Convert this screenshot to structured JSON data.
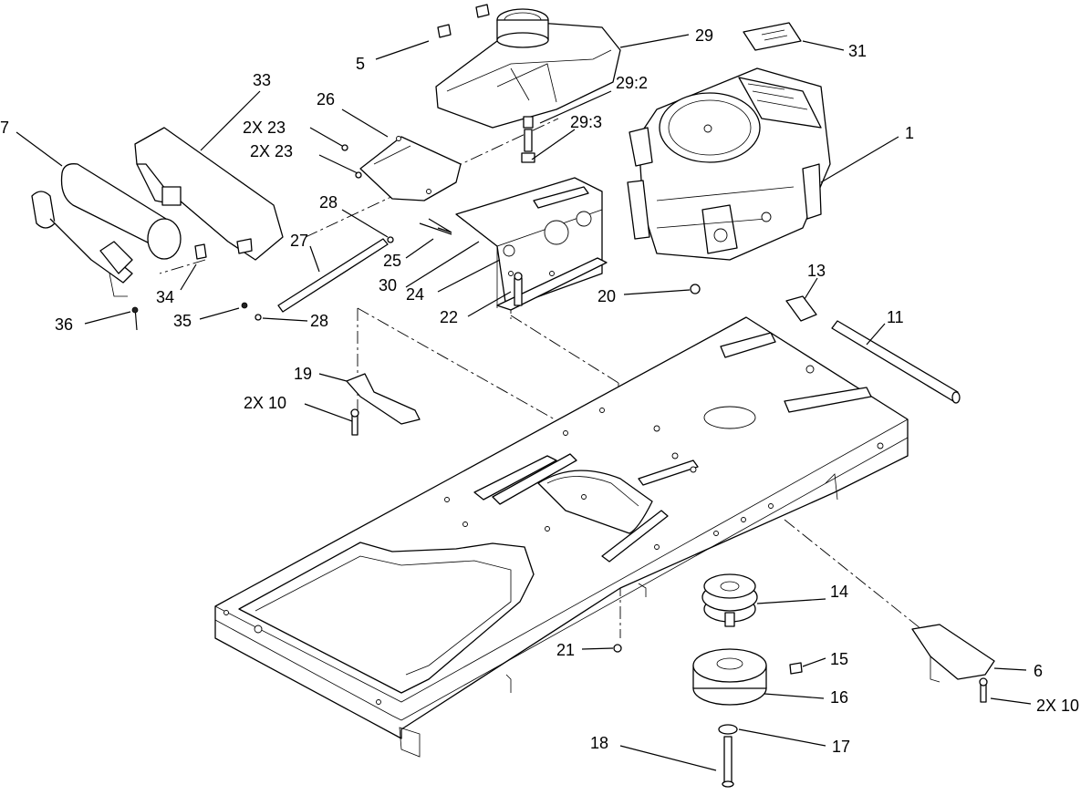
{
  "diagram": {
    "callouts": [
      {
        "id": "c1",
        "text": "1",
        "ref": "engine"
      },
      {
        "id": "c5",
        "text": "5",
        "ref": "fuel-tank-foam-pad"
      },
      {
        "id": "c29",
        "text": "29",
        "ref": "fuel-tank"
      },
      {
        "id": "c31",
        "text": "31",
        "ref": "decal"
      },
      {
        "id": "c29_2",
        "text": "29:2",
        "ref": "tank-grommet"
      },
      {
        "id": "c29_3",
        "text": "29:3",
        "ref": "fuel-fitting"
      },
      {
        "id": "c33",
        "text": "33",
        "ref": "muffler-guard"
      },
      {
        "id": "c7",
        "text": "7",
        "ref": "muffler"
      },
      {
        "id": "c26",
        "text": "26",
        "ref": "tank-bracket"
      },
      {
        "id": "c23a",
        "text": "2X 23",
        "ref": "screw"
      },
      {
        "id": "c23b",
        "text": "2X 23",
        "ref": "screw"
      },
      {
        "id": "c28a",
        "text": "28",
        "ref": "nut"
      },
      {
        "id": "c27",
        "text": "27",
        "ref": "rod"
      },
      {
        "id": "c25",
        "text": "25",
        "ref": "clip"
      },
      {
        "id": "c30",
        "text": "30",
        "ref": "fuel-line"
      },
      {
        "id": "c24",
        "text": "24",
        "ref": "engine-mount-plate"
      },
      {
        "id": "c34",
        "text": "34",
        "ref": "isolator"
      },
      {
        "id": "c36",
        "text": "36",
        "ref": "screw"
      },
      {
        "id": "c35",
        "text": "35",
        "ref": "nut"
      },
      {
        "id": "c28b",
        "text": "28",
        "ref": "nut"
      },
      {
        "id": "c22",
        "text": "22",
        "ref": "bolt"
      },
      {
        "id": "c20",
        "text": "20",
        "ref": "nut"
      },
      {
        "id": "c13",
        "text": "13",
        "ref": "fitting"
      },
      {
        "id": "c11",
        "text": "11",
        "ref": "hose"
      },
      {
        "id": "c19",
        "text": "19",
        "ref": "bracket"
      },
      {
        "id": "c10a",
        "text": "2X 10",
        "ref": "bolt"
      },
      {
        "id": "c14",
        "text": "14",
        "ref": "pulley"
      },
      {
        "id": "c15",
        "text": "15",
        "ref": "key"
      },
      {
        "id": "c16",
        "text": "16",
        "ref": "clutch"
      },
      {
        "id": "c21",
        "text": "21",
        "ref": "nut"
      },
      {
        "id": "c6",
        "text": "6",
        "ref": "bracket"
      },
      {
        "id": "c10b",
        "text": "2X 10",
        "ref": "bolt"
      },
      {
        "id": "c17",
        "text": "17",
        "ref": "washer"
      },
      {
        "id": "c18",
        "text": "18",
        "ref": "bolt"
      }
    ]
  }
}
